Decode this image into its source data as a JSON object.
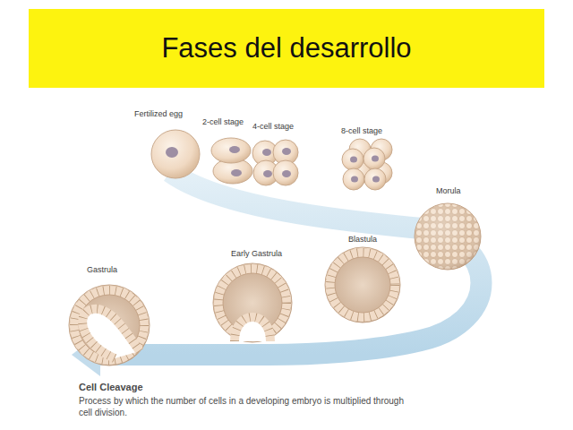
{
  "diagram": {
    "title": "Fases del desarrollo",
    "caption": "Process by which the number of cells in a developing embryo is multiplied through cell division.",
    "labels": [
      "Fertilized egg",
      "2-cell stage",
      "4-cell stage",
      "8-cell stage",
      "Morula",
      "Blastula",
      "Early Gastrula",
      "Gastrula",
      "Cell Cleavage"
    ]
  }
}
